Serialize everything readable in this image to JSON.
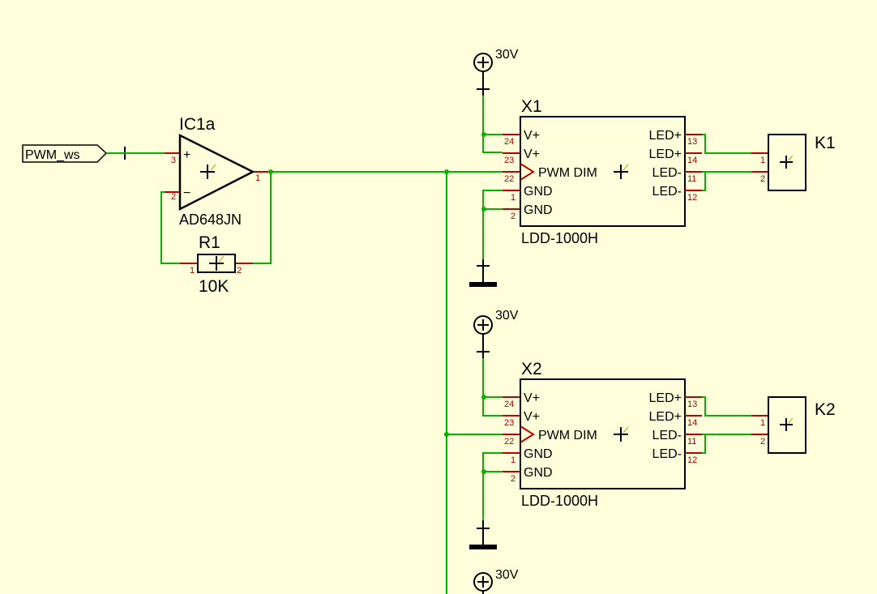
{
  "net_label": "PWM_ws",
  "opamp": {
    "ref": "IC1a",
    "value": "AD648JN",
    "pin_plus": "3",
    "pin_minus": "2",
    "pin_out": "1",
    "sign_plus": "+",
    "sign_minus": "−"
  },
  "resistor": {
    "ref": "R1",
    "value": "10K",
    "pin1": "1",
    "pin2": "2"
  },
  "power": {
    "label": "30V"
  },
  "drivers": [
    {
      "ref": "X1",
      "value": "LDD-1000H",
      "left_pins": [
        {
          "num": "24",
          "name": "V+"
        },
        {
          "num": "23",
          "name": "V+"
        },
        {
          "num": "22",
          "name": "PWM DIM"
        },
        {
          "num": "1",
          "name": "GND"
        },
        {
          "num": "2",
          "name": "GND"
        }
      ],
      "right_pins": [
        {
          "num": "13",
          "name": "LED+"
        },
        {
          "num": "14",
          "name": "LED+"
        },
        {
          "num": "11",
          "name": "LED-"
        },
        {
          "num": "12",
          "name": "LED-"
        }
      ]
    },
    {
      "ref": "X2",
      "value": "LDD-1000H",
      "left_pins": [
        {
          "num": "24",
          "name": "V+"
        },
        {
          "num": "23",
          "name": "V+"
        },
        {
          "num": "22",
          "name": "PWM DIM"
        },
        {
          "num": "1",
          "name": "GND"
        },
        {
          "num": "2",
          "name": "GND"
        }
      ],
      "right_pins": [
        {
          "num": "13",
          "name": "LED+"
        },
        {
          "num": "14",
          "name": "LED+"
        },
        {
          "num": "11",
          "name": "LED-"
        },
        {
          "num": "12",
          "name": "LED-"
        }
      ]
    }
  ],
  "connectors": [
    {
      "ref": "K1",
      "pin1": "1",
      "pin2": "2"
    },
    {
      "ref": "K2",
      "pin1": "1",
      "pin2": "2"
    }
  ]
}
